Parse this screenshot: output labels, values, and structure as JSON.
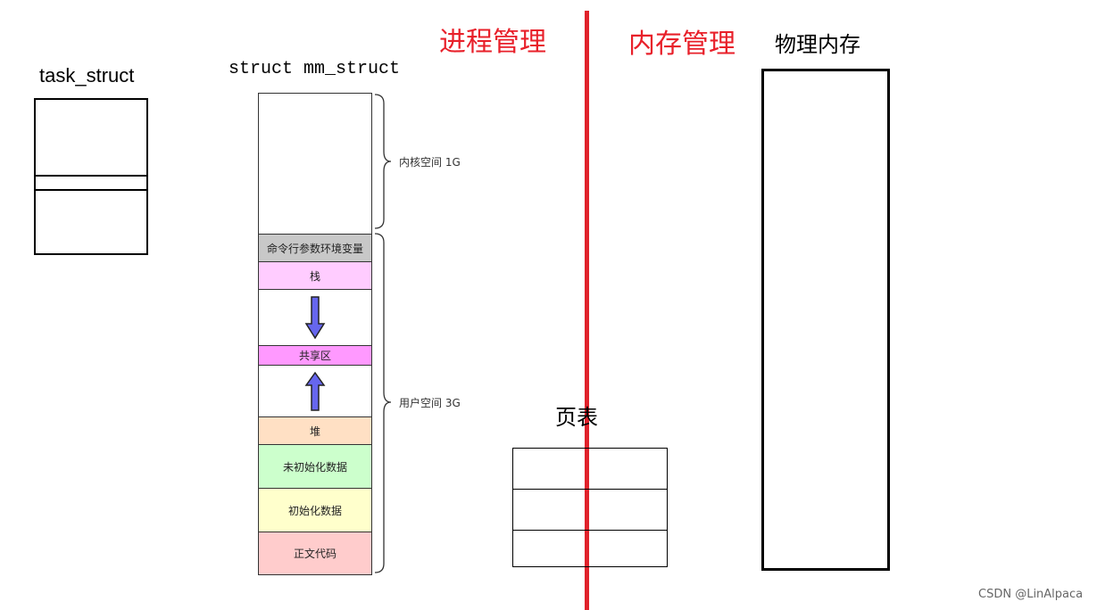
{
  "diagram": {
    "headers": {
      "process_management": "进程管理",
      "memory_management": "内存管理",
      "physical_memory": "物理内存"
    },
    "task_struct": {
      "title": "task_struct"
    },
    "mm_struct": {
      "title": "struct mm_struct",
      "segments": [
        {
          "label": "",
          "color": "#ffffff"
        },
        {
          "label": "命令行参数环境变量",
          "color": "#c8c8c8"
        },
        {
          "label": "栈",
          "color": "#ffccff"
        },
        {
          "label": "",
          "color": "#ffffff"
        },
        {
          "label": "共享区",
          "color": "#ff99ff"
        },
        {
          "label": "",
          "color": "#ffffff"
        },
        {
          "label": "堆",
          "color": "#ffe0c4"
        },
        {
          "label": "未初始化数据",
          "color": "#ccffcc"
        },
        {
          "label": "初始化数据",
          "color": "#ffffcc"
        },
        {
          "label": "正文代码",
          "color": "#ffcccc"
        }
      ],
      "kernel_space_label": "内核空间 1G",
      "user_space_label": "用户空间 3G",
      "arrow_color": "#6666ee"
    },
    "page_table": {
      "title": "页表"
    },
    "divider_color": "#e0222b",
    "watermark": "CSDN @LinAlpaca"
  }
}
